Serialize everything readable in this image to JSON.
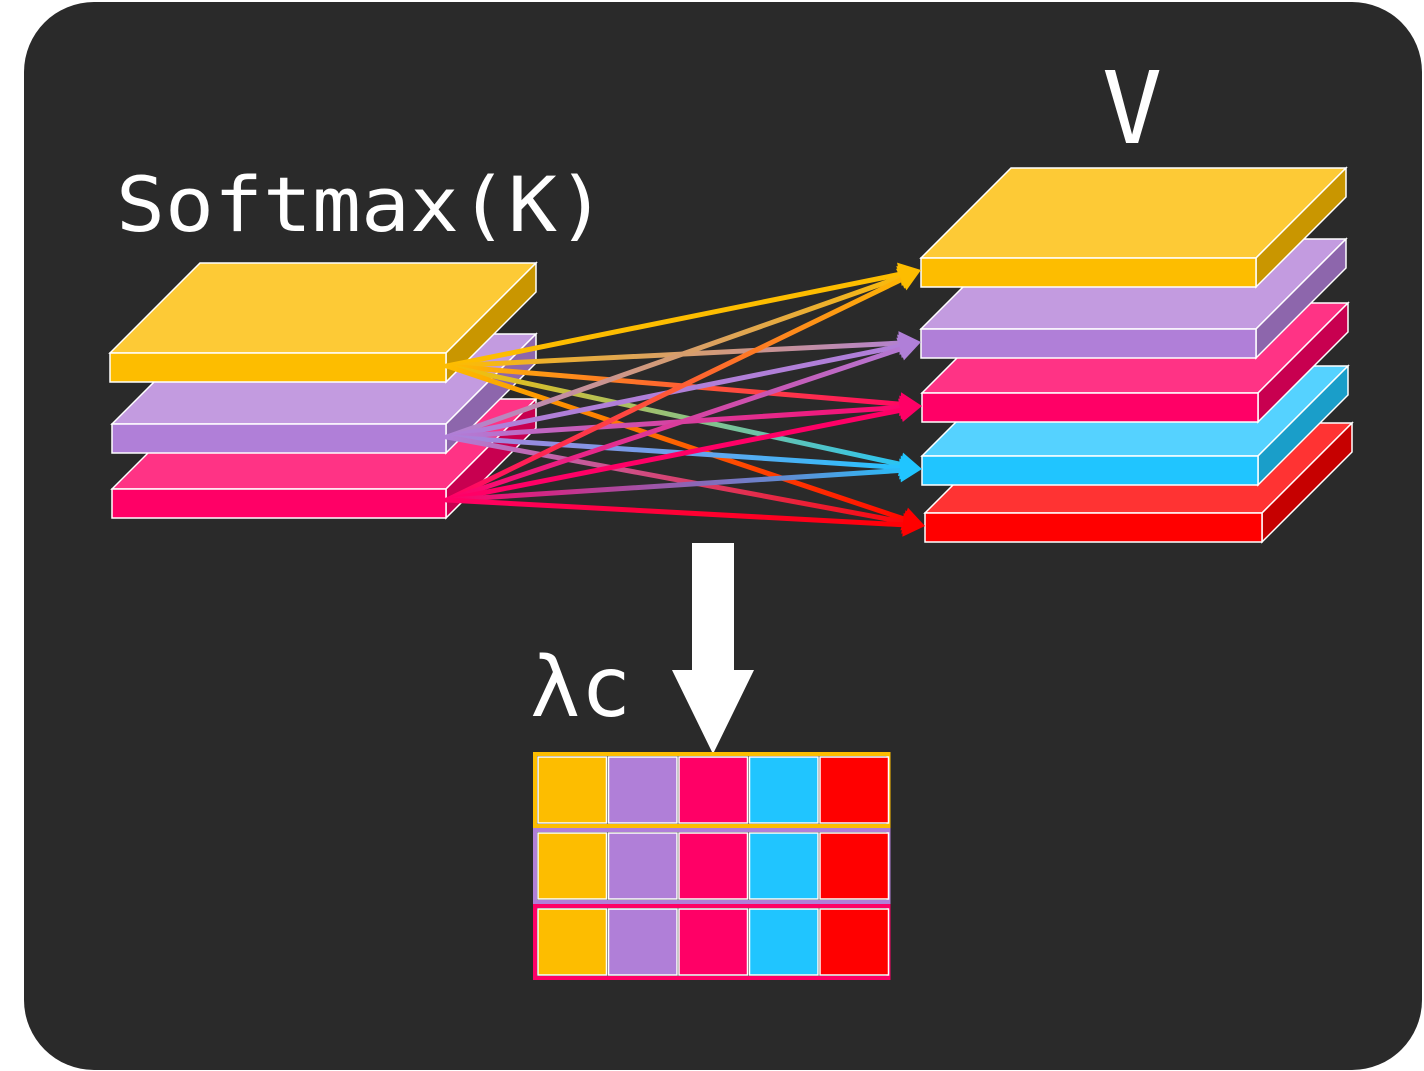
{
  "labels": {
    "softmax_k": "Softmax(K)",
    "v": "V",
    "lambda_c": "λc"
  },
  "colors": {
    "background": "#2a2a2a",
    "frame": "#ffffff",
    "arrow_down": "#ffffff",
    "keys": [
      {
        "top": "#fdca36",
        "front": "#fdbd00",
        "side": "#c99600"
      },
      {
        "top": "#c39be0",
        "front": "#b07fd8",
        "side": "#8d66ac"
      },
      {
        "top": "#ff3385",
        "front": "#ff0066",
        "side": "#c80050"
      }
    ],
    "values": [
      {
        "top": "#fdca36",
        "front": "#fdbd00",
        "side": "#c99600"
      },
      {
        "top": "#c39be0",
        "front": "#b07fd8",
        "side": "#8d66ac"
      },
      {
        "top": "#ff3385",
        "front": "#ff0066",
        "side": "#c80050"
      },
      {
        "top": "#55d2ff",
        "front": "#20c5ff",
        "side": "#1a9ec9"
      },
      {
        "top": "#ff3333",
        "front": "#ff0000",
        "side": "#c60000"
      }
    ],
    "grid_cells": [
      "#fdbd00",
      "#b07fd8",
      "#ff0066",
      "#20c5ff",
      "#ff0000"
    ],
    "grid_row_borders": [
      "#fdbd00",
      "#b07fd8",
      "#ff0066"
    ]
  },
  "connections": {
    "from": [
      "key-0",
      "key-1",
      "key-2"
    ],
    "to": [
      "value-0",
      "value-1",
      "value-2",
      "value-3",
      "value-4"
    ]
  }
}
